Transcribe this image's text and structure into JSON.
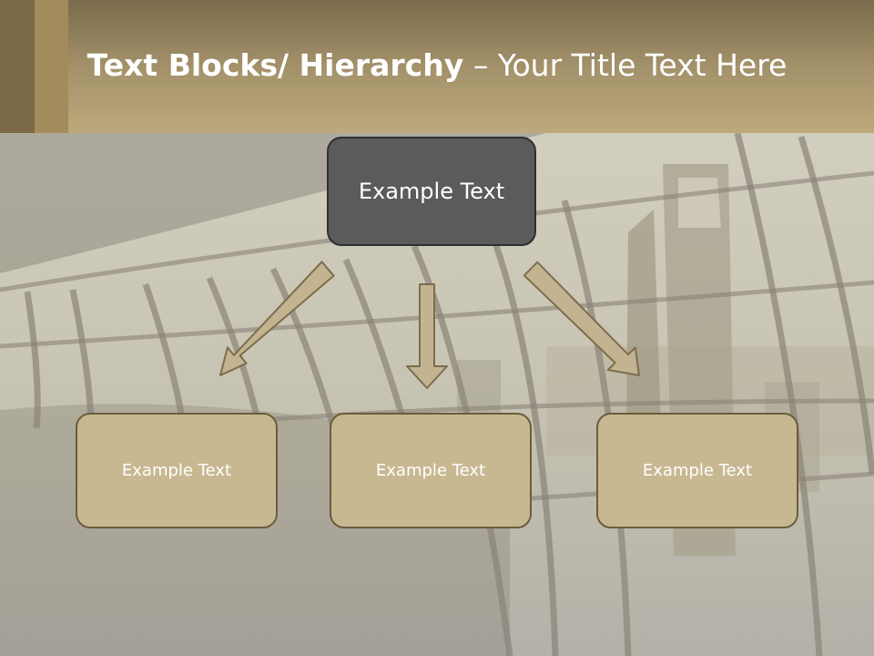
{
  "slide": {
    "title_bold": "Text Blocks/ Hierarchy",
    "title_rest": " – Your Title Text Here",
    "top_box": {
      "label": "Example Text"
    },
    "child_boxes": [
      {
        "label": "Example Text"
      },
      {
        "label": "Example Text"
      },
      {
        "label": "Example Text"
      }
    ]
  },
  "colors": {
    "header": "#b09d70",
    "top_box_fill": "#5b5b5b",
    "child_box_fill": "#c8b891",
    "arrow_fill": "#c3b391",
    "arrow_outline": "#7d6d4d"
  },
  "background": {
    "image": "city skyline viewed through curved glass dome (photo)"
  }
}
